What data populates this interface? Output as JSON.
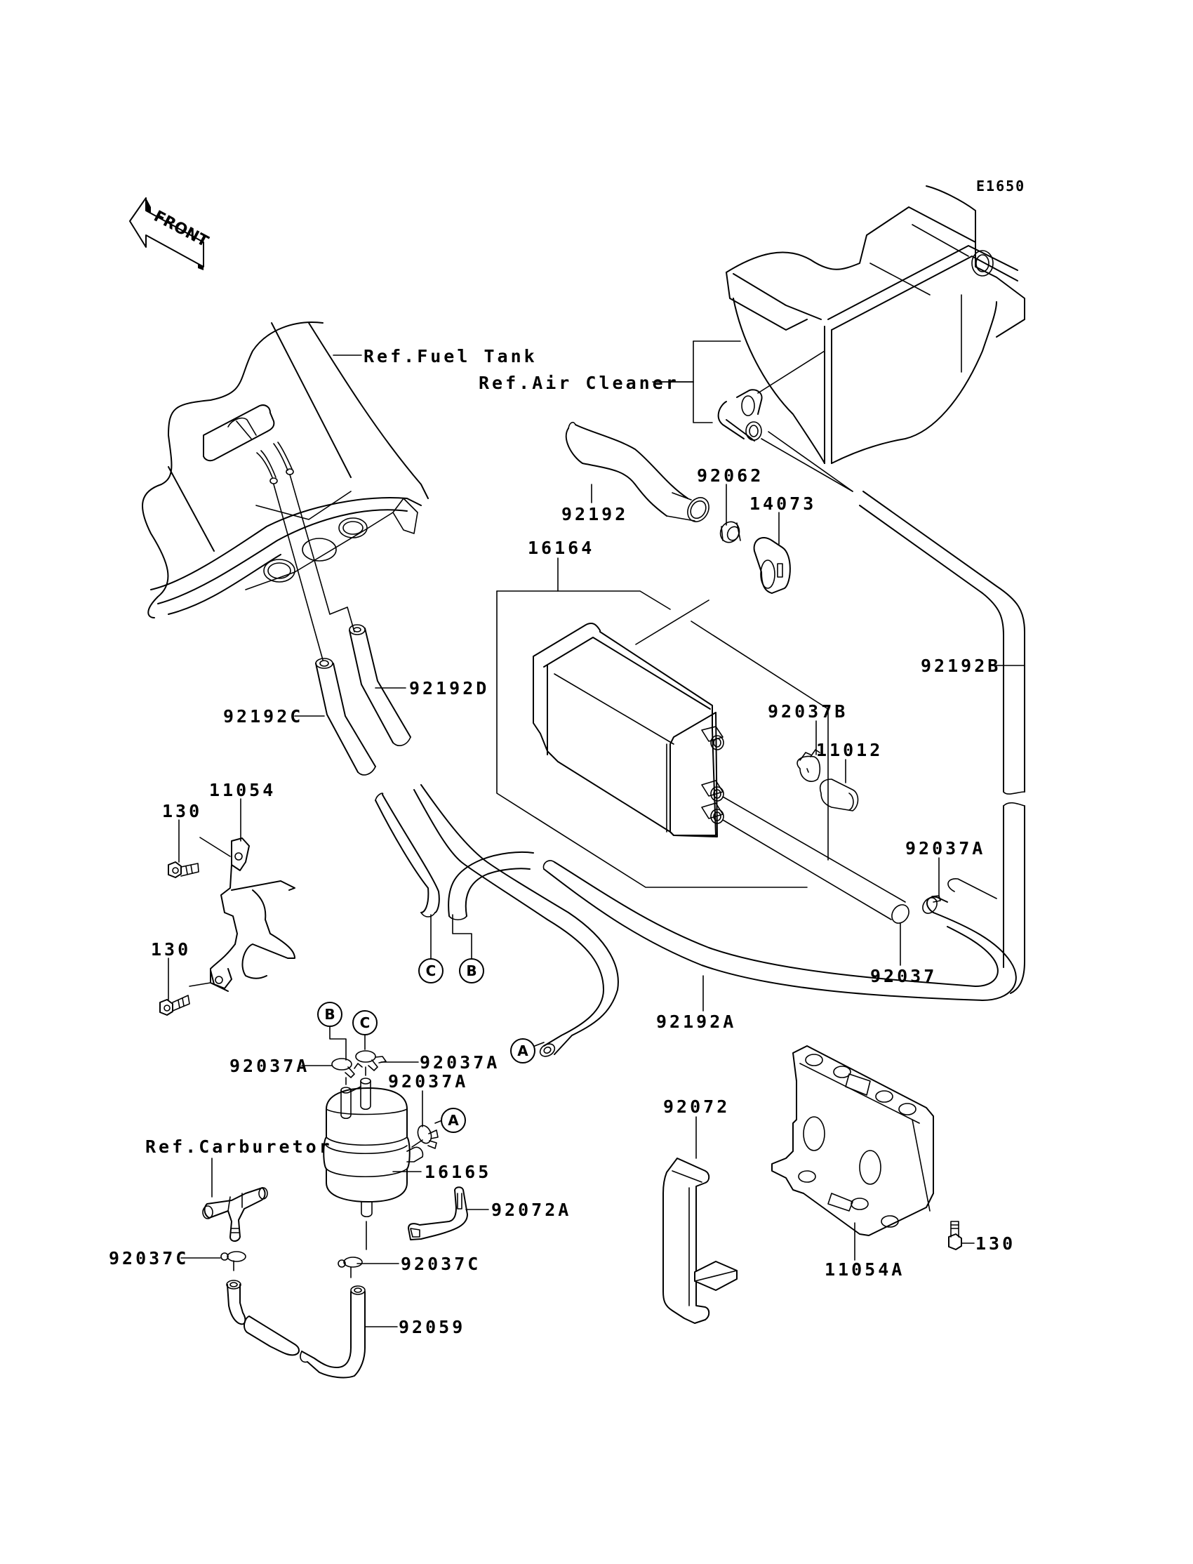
{
  "diagram": {
    "figure_code": "E1650",
    "front_arrow_text": "FRONT",
    "references": {
      "fuel_tank": "Ref.Fuel Tank",
      "air_cleaner": "Ref.Air Cleaner",
      "carburetor": "Ref.Carburetor"
    },
    "parts": {
      "p92192": "92192",
      "p92062": "92062",
      "p14073": "14073",
      "p16164": "16164",
      "p92192B": "92192B",
      "p92192D": "92192D",
      "p92192C": "92192C",
      "p92037B": "92037B",
      "p11012": "11012",
      "p11054": "11054",
      "p130_upper": "130",
      "p130_lower": "130",
      "p92037A_right": "92037A",
      "p92037": "92037",
      "p92192A": "92192A",
      "p92037A_filter_left": "92037A",
      "p92037A_filter_right": "92037A",
      "p92037A_filter_side": "92037A",
      "p92072": "92072",
      "p16165": "16165",
      "p92072A": "92072A",
      "p130_bracket": "130",
      "p11054A": "11054A",
      "p92037C_left": "92037C",
      "p92037C_right": "92037C",
      "p92059": "92059"
    },
    "connectors": {
      "c_hose_end": "C",
      "b_hose_end": "B",
      "a_hose_end": "A",
      "b_filter": "B",
      "c_filter": "C",
      "a_filter": "A"
    }
  }
}
